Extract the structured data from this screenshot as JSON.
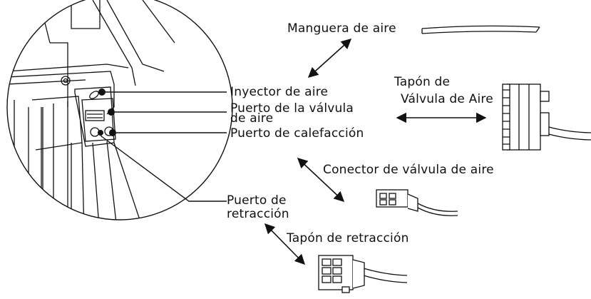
{
  "labels": {
    "hose": "Manguera de aire",
    "injector": "Inyector de aire",
    "valve_port_line1": "Puerto de la válvula",
    "valve_port_line2": "de aire",
    "heat_port": "Puerto de calefacción",
    "air_valve_plug_line1": "Tapón de",
    "air_valve_plug_line2": "Válvula de Aire",
    "air_valve_connector": "Conector de válvula de aire",
    "retraction_port_line1": "Puerto de",
    "retraction_port_line2": "retracción",
    "retraction_plug": "Tapón de retracción"
  },
  "colors": {
    "ink": "#111111",
    "paper": "#ffffff"
  }
}
